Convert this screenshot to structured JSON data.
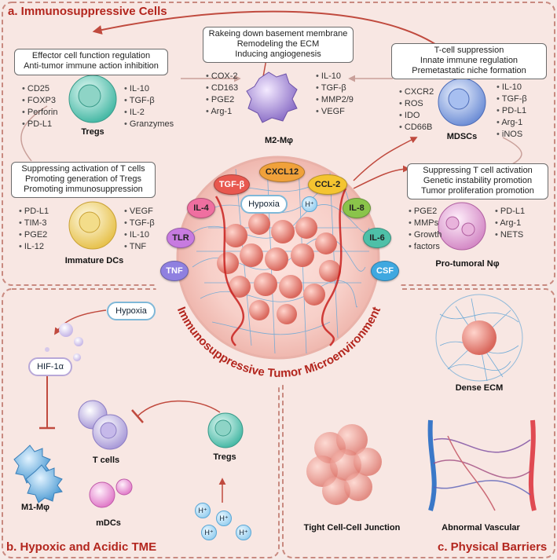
{
  "sections": {
    "a_title": "a. Immunosuppressive Cells",
    "b_title": "b. Hypoxic and Acidic TME",
    "c_title": "c. Physical Barriers"
  },
  "center_title": "Immunosuppressive Tumor Microenvironment",
  "tregs": {
    "box": [
      "Effector cell function regulation",
      "Anti-tumor immune action inhibition"
    ],
    "left": [
      "CD25",
      "FOXP3",
      "Perforin",
      "PD-L1"
    ],
    "right": [
      "IL-10",
      "TGF-β",
      "IL-2",
      "Granzymes"
    ],
    "label": "Tregs"
  },
  "m2": {
    "box": [
      "Rakeing down basement membrane",
      "Remodeling the ECM",
      "Inducing angiogenesis"
    ],
    "left": [
      "COX-2",
      "CD163",
      "PGE2",
      "Arg-1"
    ],
    "right": [
      "IL-10",
      "TGF-β",
      "MMP2/9",
      "VEGF"
    ],
    "label": "M2-Mφ"
  },
  "mdsc": {
    "box": [
      "T-cell suppression",
      "Innate immune regulation",
      "Premetastatic niche formation"
    ],
    "left": [
      "CXCR2",
      "ROS",
      "IDO",
      "CD66B"
    ],
    "right": [
      "IL-10",
      "TGF-β",
      "PD-L1",
      "Arg-1",
      "iNOS"
    ],
    "label": "MDSCs"
  },
  "dc": {
    "box": [
      "Suppressing activation of T cells",
      "Promoting generation of Tregs",
      "Promoting immunosuppression"
    ],
    "left": [
      "PD-L1",
      "TIM-3",
      "PGE2",
      "IL-12"
    ],
    "right": [
      "VEGF",
      "TGF-β",
      "IL-10",
      "TNF"
    ],
    "label": "Immature DCs"
  },
  "neut": {
    "box": [
      "Suppressing T cell activation",
      "Genetic instability promotion",
      "Tumor proliferation promotion"
    ],
    "left": [
      "PGE2",
      "MMPs",
      "Growth",
      "factors"
    ],
    "right": [
      "PD-L1",
      "Arg-1",
      "NETS"
    ],
    "label": "Pro-tumoral Nφ"
  },
  "cytokines": [
    "TGF-β",
    "CXCL12",
    "CCL-2",
    "IL-4",
    "IL-8",
    "TLR",
    "IL-6",
    "TNF",
    "CSF"
  ],
  "hypoxia_center": "Hypoxia",
  "hplus": "H⁺",
  "panel_b": {
    "hypoxia": "Hypoxia",
    "hif": "HIF-1α",
    "tcells": "T cells",
    "m1": "M1-Mφ",
    "mdcs": "mDCs",
    "tregs": "Tregs"
  },
  "panel_c": {
    "ecm": "Dense ECM",
    "tight": "Tight Cell-Cell Junction",
    "vasc": "Abnormal Vascular"
  },
  "colors": {
    "title_red": "#b3261e",
    "tgfb": "#e8584f",
    "cxcl12": "#f0a13a",
    "ccl2": "#f4c430",
    "il4": "#ef6fa0",
    "il8": "#8ac44a",
    "tlr": "#c77be0",
    "il6": "#4ec0a8",
    "tnf": "#8f80e0",
    "csf": "#3fa8e0"
  }
}
